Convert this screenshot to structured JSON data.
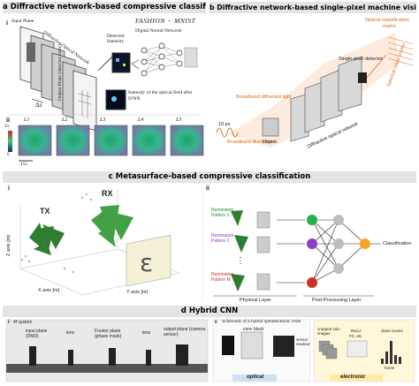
{
  "panel_a": {
    "title": "a Diffractive network-based compressive classification",
    "dataset": "FASHION − MNIST",
    "input_plane": "Input Plane",
    "diffractive_network": "Diffractive Optical Network",
    "output_plane": "Output Plane (detector array)",
    "detected_intensity": "Detected Intensity",
    "digital_nn": "Digital Neural Network",
    "intensity_label": "Intensity of the optical field after D²NN",
    "delta_z": "Δz",
    "sub_ii": "ii",
    "sub_i": "i",
    "layers": [
      "L1",
      "L2",
      "L3",
      "L4",
      "L5"
    ],
    "scale_left": "2π",
    "scale_zero": "0",
    "scale_bar": "15λ"
  },
  "panel_b": {
    "title": "b Diffractive network-based single-pixel machine vision",
    "optical_classification": "Optical classification",
    "spectral_class_scores": "Spectral class scores",
    "matrix_label": "matrix",
    "single_pixel": "Single-pixel detector",
    "broadband_light": "Broadband diffracted light",
    "pulse": "10 ps",
    "illumination": "Broadband illumination",
    "object": "Object",
    "network": "Diffractive optical network"
  },
  "panel_c": {
    "title": "c Metasurface-based compressive classification",
    "sub_i": "i",
    "sub_ii": "ii",
    "tx": "TX",
    "rx": "RX",
    "z_axis": "Z axis [m]",
    "x_axis": "X axis [m]",
    "y_axis": "Y axis [m]",
    "patterns": [
      "Illumination Pattern 1",
      "Illumination Pattern 2",
      "Illumination Pattern M"
    ],
    "classification": "Classification",
    "physical_layer": "Physical Layer",
    "post_layer": "Post-Processing Layer",
    "ellipsis": "⋮"
  },
  "panel_d": {
    "title": "d Hybrid CNN",
    "sub_i": "i",
    "system": "4f system",
    "input_plane": "input plane (DMD)",
    "lens1": "lens",
    "fourier": "Fourier plane (phase mask)",
    "lens2": "lens",
    "output_plane": "output plane (camera sensor)",
    "sub_ii": "ii",
    "schematic": "Schematic of a hybrid optoelectronic CNN",
    "conv_block": "conv block",
    "optical": "optical",
    "sensor": "sensor readout",
    "cropped": "cropped sub-images",
    "relu": "ReLU",
    "fc": "FC, etc",
    "class_scores": "class scores",
    "electronic": "electronic",
    "horse": "horse"
  },
  "colors": {
    "header_bg": "#e4e4e4",
    "orange": "#e06a1a",
    "node_green": "#22b14c",
    "node_purple": "#8e3fbf",
    "node_red": "#d0302a",
    "node_orange": "#f5a623",
    "node_gray": "#bdbdbd"
  }
}
